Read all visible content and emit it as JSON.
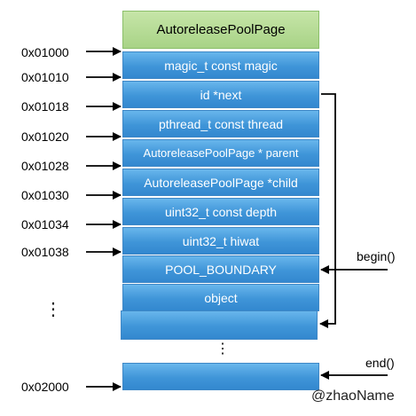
{
  "header": {
    "title": "AutoreleasePoolPage"
  },
  "fields": [
    {
      "label": "magic_t  const  magic",
      "address": "0x01000"
    },
    {
      "label": "id *next",
      "address": "0x01010"
    },
    {
      "label": "pthread_t const thread",
      "address": "0x01018"
    },
    {
      "label": "AutoreleasePoolPage * parent",
      "address": "0x01020"
    },
    {
      "label": "AutoreleasePoolPage *child",
      "address": "0x01028"
    },
    {
      "label": "uint32_t const depth",
      "address": "0x01030"
    },
    {
      "label": "uint32_t hiwat",
      "address": "0x01034"
    },
    {
      "label": "POOL_BOUNDARY",
      "address": "0x01038"
    },
    {
      "label": "object",
      "address": ""
    },
    {
      "label": "",
      "address": ""
    }
  ],
  "end_block": {
    "address": "0x02000"
  },
  "pointers": {
    "begin": "begin()",
    "end": "end()"
  },
  "ellipsis": "⋮",
  "watermark": "@zhaoName",
  "colors": {
    "field_fill": "#3f95d8",
    "field_border": "#3e87c6",
    "header_fill": "#b4dc94",
    "header_border": "#8bbf6a"
  }
}
